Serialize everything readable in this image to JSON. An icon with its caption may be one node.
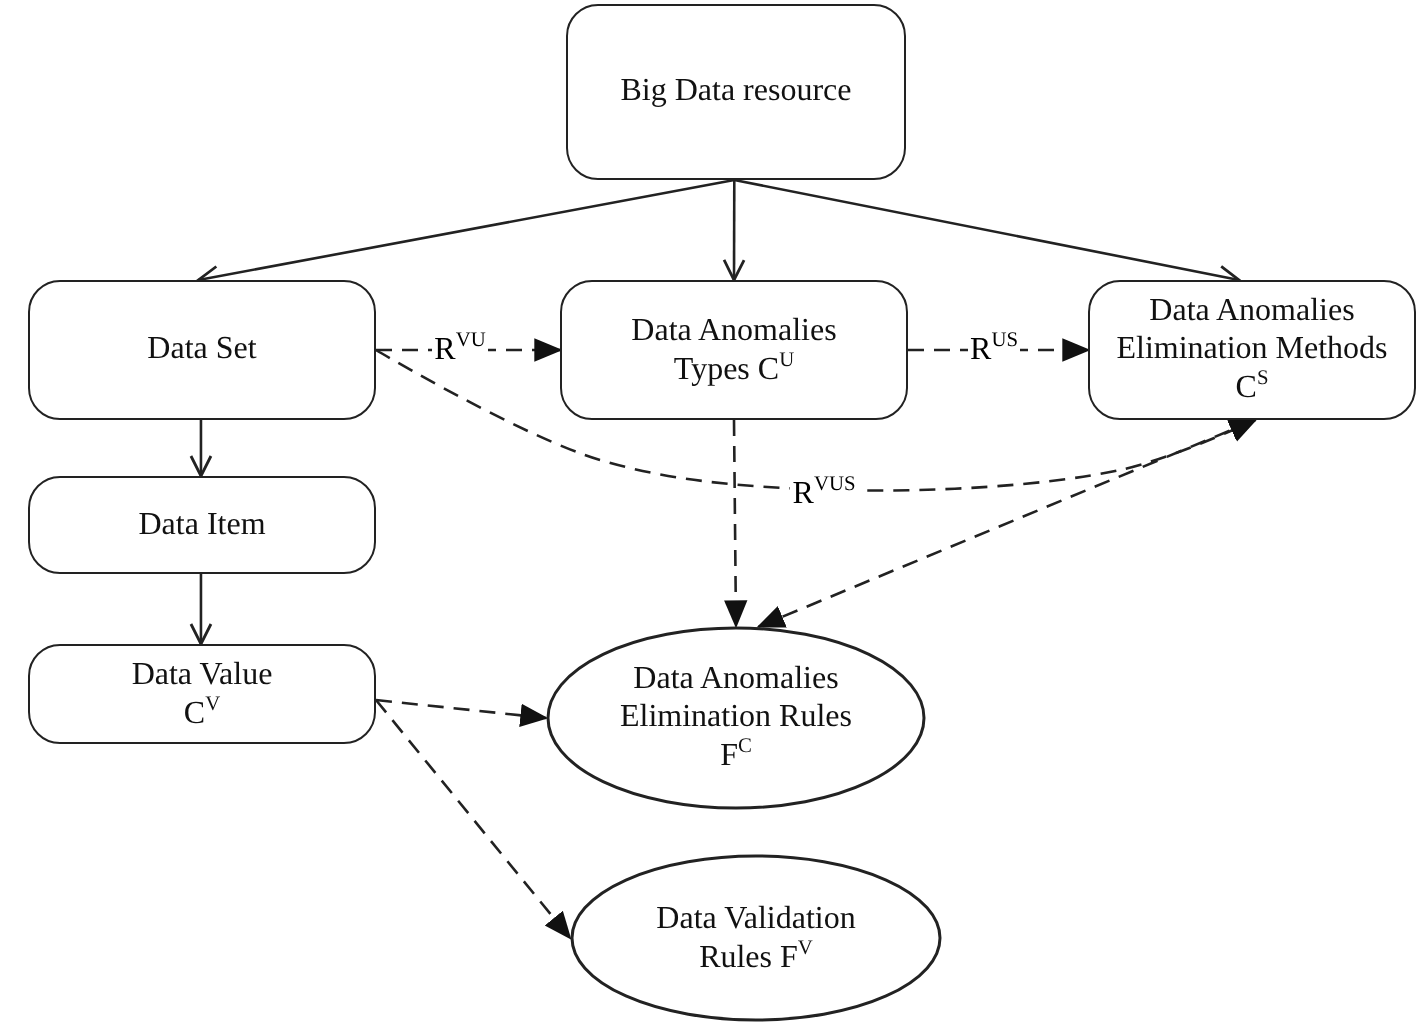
{
  "diagram": {
    "nodes": [
      {
        "text": [
          "Big Data resource"
        ]
      },
      {
        "text": [
          "Data Set"
        ]
      },
      {
        "text": [
          "Data Anomalies Types C$^{U}$"
        ]
      },
      {
        "text": [
          "Data Anomalies Elimination Methods C$^{S}$"
        ]
      },
      {
        "text": [
          "Data Item"
        ]
      },
      {
        "text": [
          "Data Value C$^{V}$"
        ]
      },
      {
        "text": [
          "Data Anomalies Elimination Rules F$^{C}$"
        ]
      },
      {
        "text": [
          "Data Validation Rules F$^{V}$"
        ]
      }
    ],
    "edges": [
      {
        "from": 0,
        "to": 1,
        "arrow": "to"
      },
      {
        "from": 0,
        "to": 2,
        "arrow": "to"
      },
      {
        "from": 0,
        "to": 3,
        "arrow": "to"
      },
      {
        "from": 1,
        "to": 4,
        "arrow": "to"
      },
      {
        "from": 4,
        "to": 5,
        "arrow": "to"
      },
      {
        "from": 1,
        "to": 2,
        "arrow": "to",
        "label": "R$^{VU}$",
        "style": "dashed"
      },
      {
        "from": 2,
        "to": 3,
        "arrow": "to",
        "label": "R$^{US}$",
        "style": "dashed"
      },
      {
        "from": 1,
        "to": 3,
        "arrow": "to",
        "label": "R$^{VUS}$",
        "style": "dashed"
      },
      {
        "from": 2,
        "to": 6,
        "arrow": "to",
        "style": "dashed"
      },
      {
        "from": 6,
        "to": 3,
        "arrow": "both",
        "style": "dashed"
      },
      {
        "from": 5,
        "to": 6,
        "arrow": "to",
        "style": "dashed"
      },
      {
        "from": 5,
        "to": 7,
        "arrow": "to",
        "style": "dashed"
      }
    ]
  }
}
